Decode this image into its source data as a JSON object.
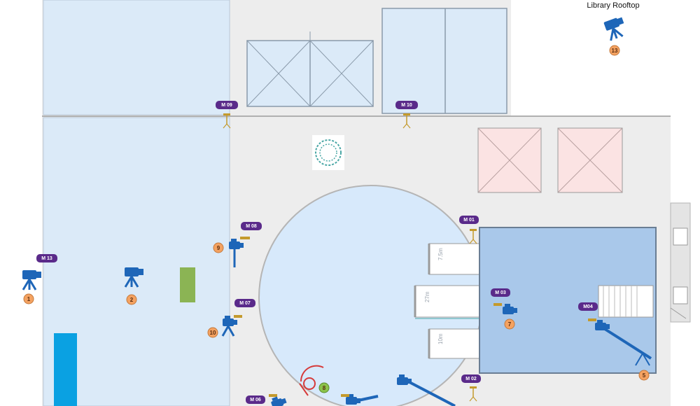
{
  "title": "Library Rooftop",
  "colors": {
    "accent_purple": "#5a2a8a",
    "camera_blue": "#1e66b8",
    "number_orange": "#f4a261",
    "number_green": "#8bc34a",
    "water_blue": "#dbeaf8",
    "pool_blue": "#a9c8ea",
    "pink_box": "#fbe3e3"
  },
  "mic_tags": {
    "m09": "M 09",
    "m10": "M 10",
    "m13": "M 13",
    "m08": "M 08",
    "m07": "M 07",
    "m01": "M 01",
    "m03": "M 03",
    "m04": "M04",
    "m02": "M 02",
    "m06": "M 06"
  },
  "camera_numbers": {
    "c1": "1",
    "c2": "2",
    "c5": "5",
    "c7": "7",
    "c8": "8",
    "c9": "9",
    "c10": "10",
    "c13": "13"
  },
  "distances": {
    "d1": "7.5m",
    "d2": "27m",
    "d3": "10m"
  }
}
